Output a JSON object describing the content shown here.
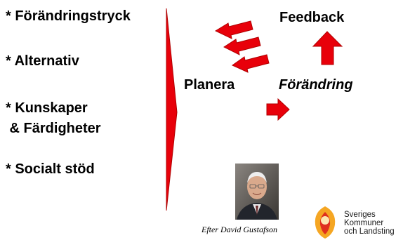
{
  "left_list": [
    {
      "line1": "* Förändringstryck"
    },
    {
      "line1": "* Alternativ"
    },
    {
      "line1": "* Kunskaper",
      "line2": " & Färdigheter"
    },
    {
      "line1": "* Socialt stöd"
    }
  ],
  "diagram": {
    "planera": "Planera",
    "forandring": "Förändring",
    "feedback": "Feedback"
  },
  "credit": "Efter David Gustafson",
  "logo": {
    "line1": "Sveriges",
    "line2": "Kommuner",
    "line3": "och Landsting"
  },
  "colors": {
    "arrow_fill": "#e8000a",
    "arrow_stroke": "#b00000",
    "logo_orange": "#f5a623",
    "logo_red": "#e0301e"
  }
}
